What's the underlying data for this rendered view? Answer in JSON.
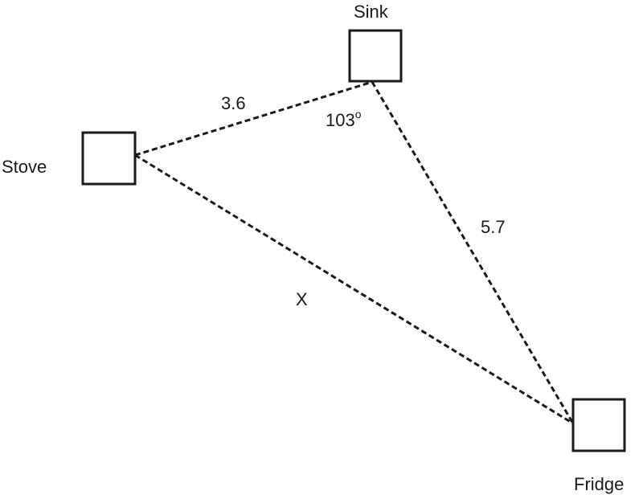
{
  "nodes": {
    "sink": {
      "label": "Sink"
    },
    "stove": {
      "label": "Stove"
    },
    "fridge": {
      "label": "Fridge"
    }
  },
  "edges": {
    "stove_sink": {
      "label": "3.6"
    },
    "sink_fridge": {
      "label": "5.7"
    },
    "stove_fridge": {
      "label": "X"
    }
  },
  "angle": {
    "value": "103",
    "unit": "o"
  }
}
